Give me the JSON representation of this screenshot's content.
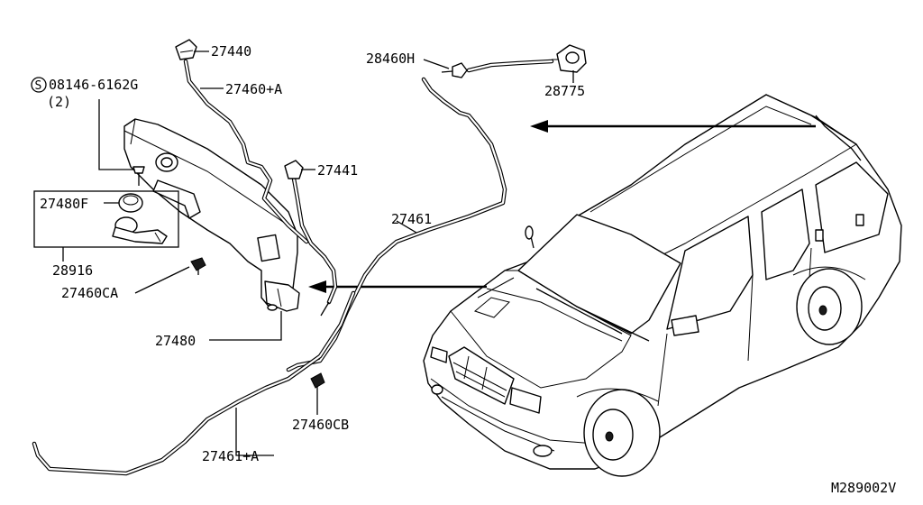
{
  "labels": {
    "p27440": "27440",
    "p27460a": "27460+A",
    "p08146": "08146-6162G",
    "p08146_qty": "(2)",
    "p28460h": "28460H",
    "p28775": "28775",
    "p27441": "27441",
    "p27461": "27461",
    "p27480f": "27480F",
    "p28916": "28916",
    "p27460ca": "27460CA",
    "p27480": "27480",
    "p27460cb": "27460CB",
    "p27461a": "27461+A"
  },
  "symbols": {
    "screw_mark": "S"
  },
  "figure_code": "M289002V"
}
